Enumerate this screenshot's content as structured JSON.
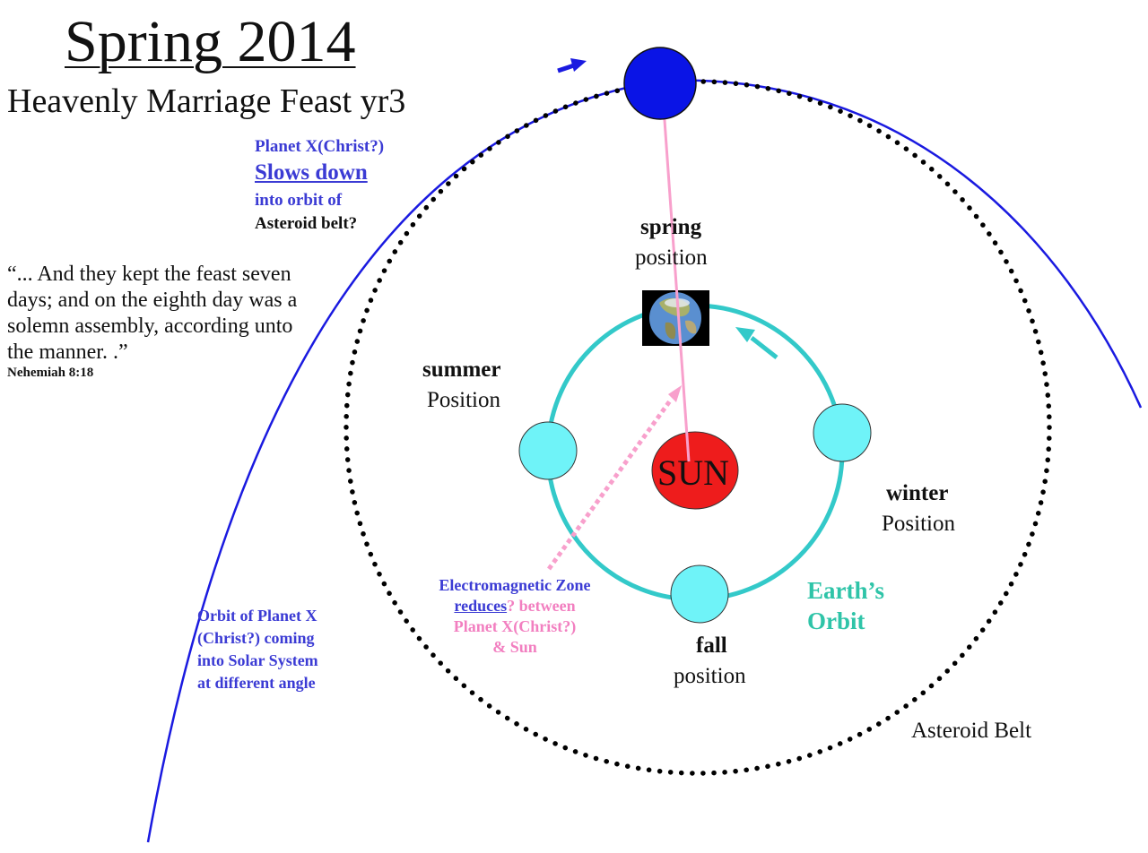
{
  "title": "Spring 2014",
  "subtitle": "Heavenly Marriage Feast yr3",
  "planet_note": {
    "line1": "Planet X(Christ?)",
    "line2": "Slows down",
    "line3": "into orbit of",
    "line4": "Asteroid belt?"
  },
  "quote": {
    "text": "“... And they kept the feast seven days; and on the eighth day was a solemn assembly, according unto the manner. .”",
    "reference": "Nehemiah 8:18"
  },
  "seasons": {
    "spring_bold": "spring",
    "spring_normal": "position",
    "summer_bold": "summer",
    "summer_normal": "Position",
    "winter_bold": "winter",
    "winter_normal": "Position",
    "fall_bold": "fall",
    "fall_normal": "position"
  },
  "sun_label": "SUN",
  "earth_orbit": {
    "line1": "Earth’s",
    "line2": "Orbit"
  },
  "asteroid_label": "Asteroid Belt",
  "em_zone": {
    "line1": "Electromagnetic Zone",
    "reduces": "reduces",
    "q_between": "? between",
    "line3": "Planet X(Christ?)",
    "line4": "& Sun"
  },
  "orbit_note": {
    "line1": "Orbit of Planet X",
    "line2": "(Christ?) coming",
    "line3": "into Solar System",
    "line4": "at different angle"
  },
  "colors": {
    "planet_x": "#0a14e6",
    "planet_x_path": "#1a1ae0",
    "sun": "#ee1c1c",
    "earth_orbit": "#33c9c9",
    "season_planet": "#6ff3f8",
    "pink": "#f8a0cc",
    "asteroid_dots": "#000000"
  },
  "icons": {
    "earth": "earth-globe-icon",
    "motion_arrow_planet": "arrow-right-icon",
    "motion_arrow_earth": "arrow-up-left-icon"
  }
}
